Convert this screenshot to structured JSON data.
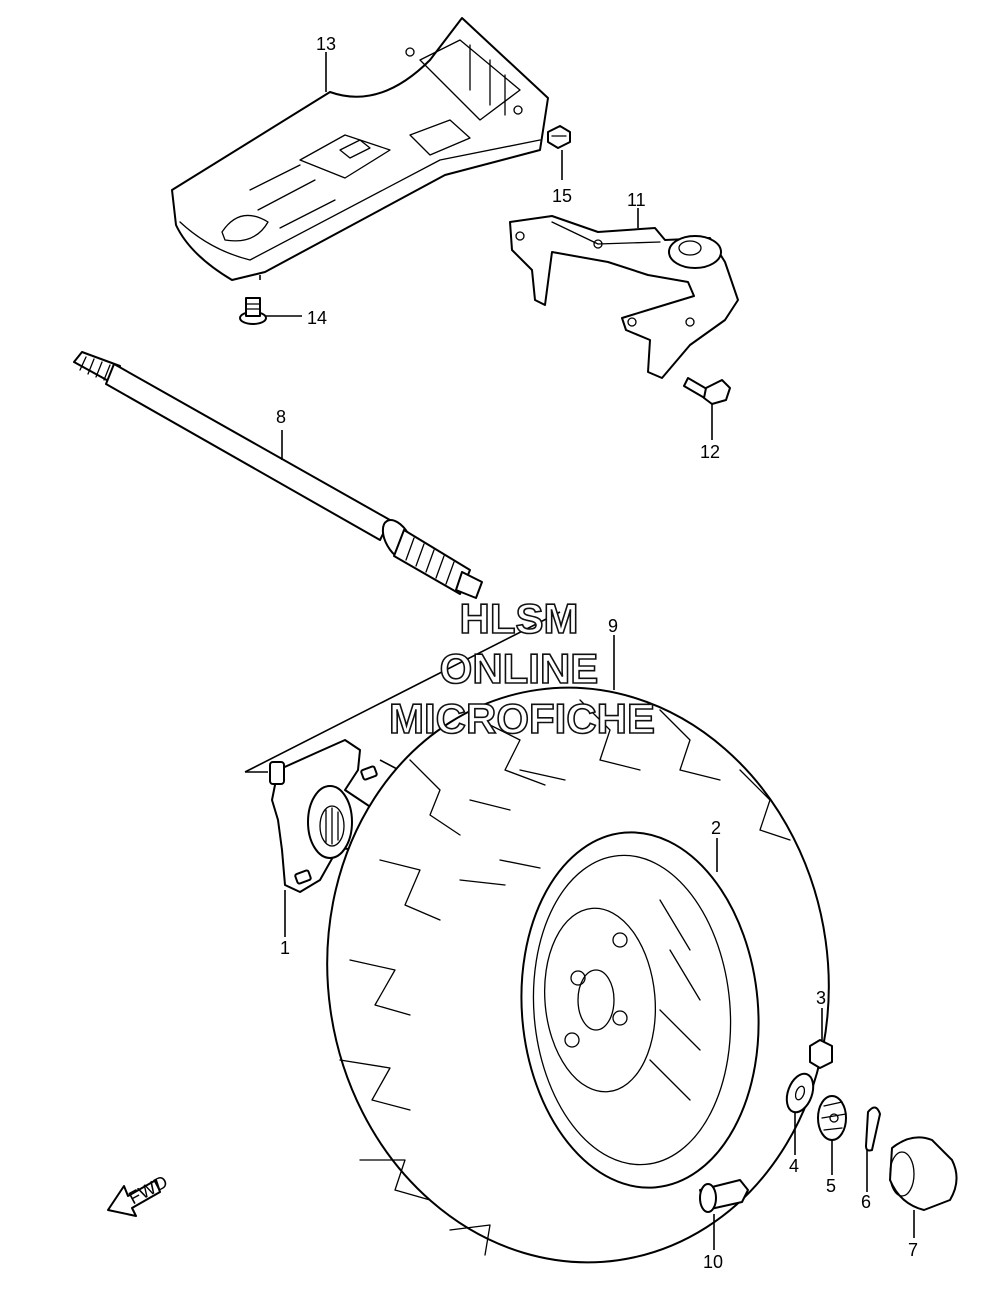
{
  "diagram": {
    "callouts": {
      "c1": "1",
      "c2": "2",
      "c3": "3",
      "c4": "4",
      "c5": "5",
      "c6": "6",
      "c7": "7",
      "c8": "8",
      "c9": "9",
      "c10": "10",
      "c11": "11",
      "c12": "12",
      "c13": "13",
      "c14": "14",
      "c15": "15"
    },
    "watermark": {
      "line1": "HLSM",
      "line2": "ONLINE",
      "line3": "MICROFICHE"
    },
    "fwd_label": "FWD"
  }
}
